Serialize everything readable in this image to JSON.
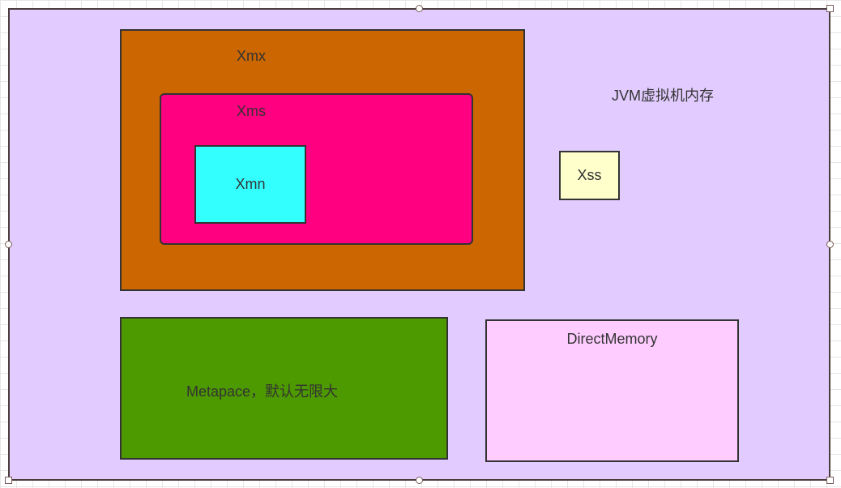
{
  "diagram": {
    "canvas": {
      "label": "JVM虚拟机内存",
      "fill": "#e2ccff"
    },
    "xmx": {
      "label": "Xmx",
      "fill": "#cc6600"
    },
    "xms": {
      "label": "Xms",
      "fill": "#ff0080"
    },
    "xmn": {
      "label": "Xmn",
      "fill": "#33ffff"
    },
    "xss": {
      "label": "Xss",
      "fill": "#ffffcc"
    },
    "metaspace": {
      "label": "Metapace，默认无限大",
      "fill": "#4d9900"
    },
    "direct_memory": {
      "label": "DirectMemory",
      "fill": "#ffccff"
    }
  }
}
